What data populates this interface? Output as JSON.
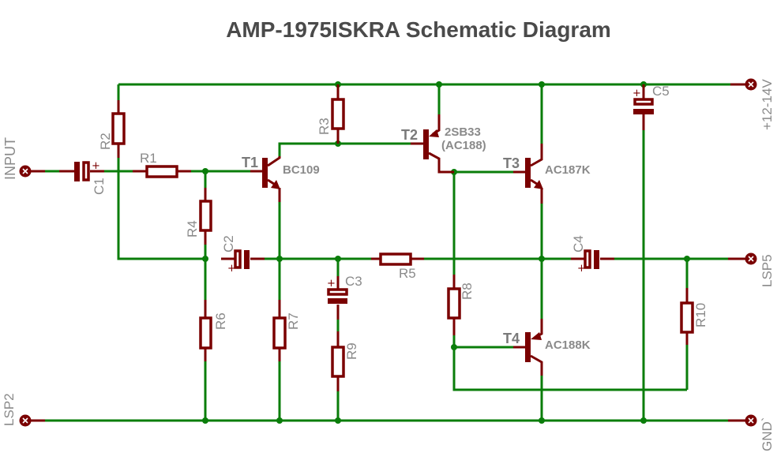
{
  "title": "AMP-1975ISKRA Schematic Diagram",
  "colors": {
    "wire": "#0a7d0a",
    "component": "#7a0000",
    "label": "#8a8a8a",
    "title": "#4a4a4a"
  },
  "terminals": {
    "input": "INPUT",
    "supply": "+12-14V",
    "lsp5": "LSP5",
    "lsp2": "LSP2",
    "gnd": "GND`"
  },
  "resistors": {
    "r1": "R1",
    "r2": "R2",
    "r3": "R3",
    "r4": "R4",
    "r5": "R5",
    "r6": "R6",
    "r7": "R7",
    "r8": "R8",
    "r9": "R9",
    "r10": "R10"
  },
  "capacitors": {
    "c1": "C1",
    "c2": "C2",
    "c3": "C3",
    "c4": "C4",
    "c5": "C5",
    "polarity": "+"
  },
  "transistors": {
    "t1": {
      "ref": "T1",
      "part": "BC109"
    },
    "t2": {
      "ref": "T2",
      "part": "2SB33",
      "part_alt": "(AC188)"
    },
    "t3": {
      "ref": "T3",
      "part": "AC187K"
    },
    "t4": {
      "ref": "T4",
      "part": "AC188K"
    }
  }
}
